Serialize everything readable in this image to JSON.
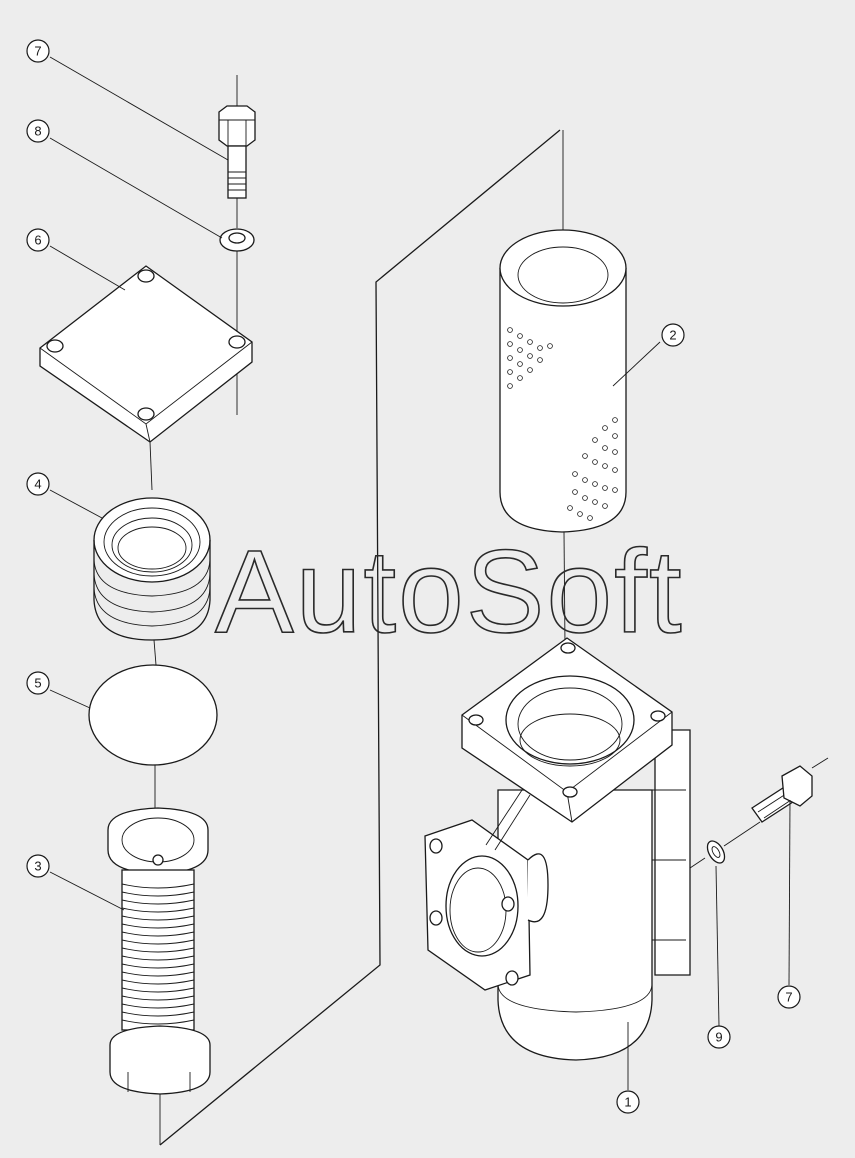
{
  "watermark": "AutoSoft",
  "callouts": {
    "c7_top": "7",
    "c8": "8",
    "c6": "6",
    "c4": "4",
    "c5": "5",
    "c3": "3",
    "c2": "2",
    "c9": "9",
    "c7_right": "7",
    "c1": "1"
  }
}
